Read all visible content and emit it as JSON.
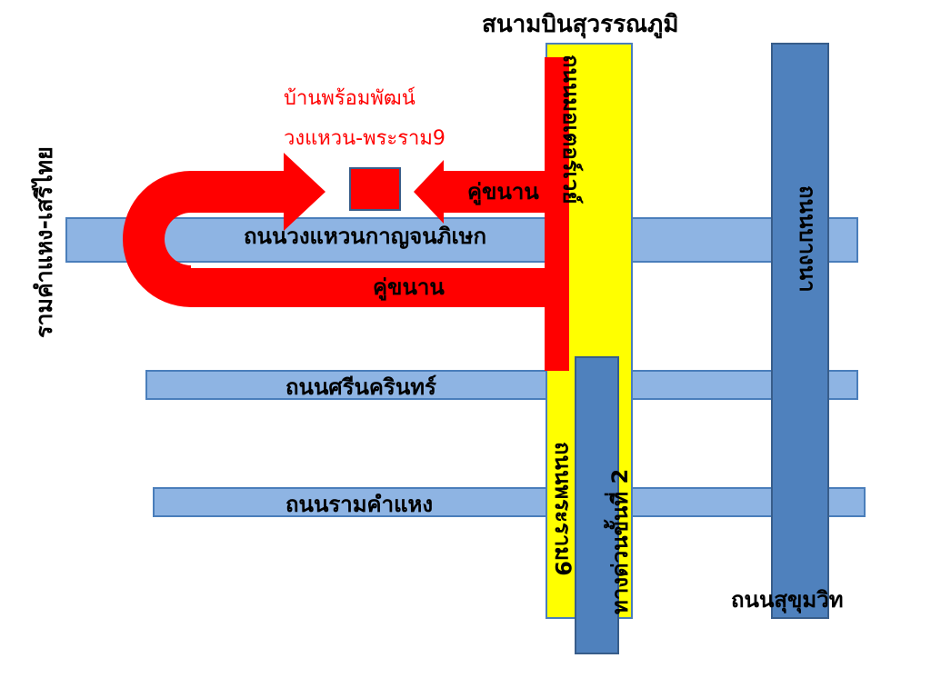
{
  "map": {
    "top_label": "สนามบินสุวรรณภูมิ",
    "left_label": "รามคำแหง-เสรีไทย",
    "destination_line1": "บ้านพร้อมพัฒน์",
    "destination_line2": "วงแหวน-พระราม9",
    "roads": {
      "kanchanaphisek": "ถนนวงแหวนกาญจนภิเษก",
      "srinakarin": "ถนนศรีนครินทร์",
      "ramkhamhaeng": "ถนนรามคำแหง",
      "motorway": "ถนนมอเตอร์เวย์",
      "rama9": "ถนนพระราม9",
      "expressway2": "ทางด่วนขั้นที่ 2",
      "bangna": "ถนนบางนา",
      "sukhumvit": "ถนนสุขุมวิท"
    },
    "frontage_label_upper": "คู่ขนาน",
    "frontage_label_lower": "คู่ขนาน",
    "colors": {
      "route": "#ff0000",
      "minor_road": "#8eb4e3",
      "major_road": "#4f81bd",
      "highlight_road": "#ffff00"
    }
  }
}
